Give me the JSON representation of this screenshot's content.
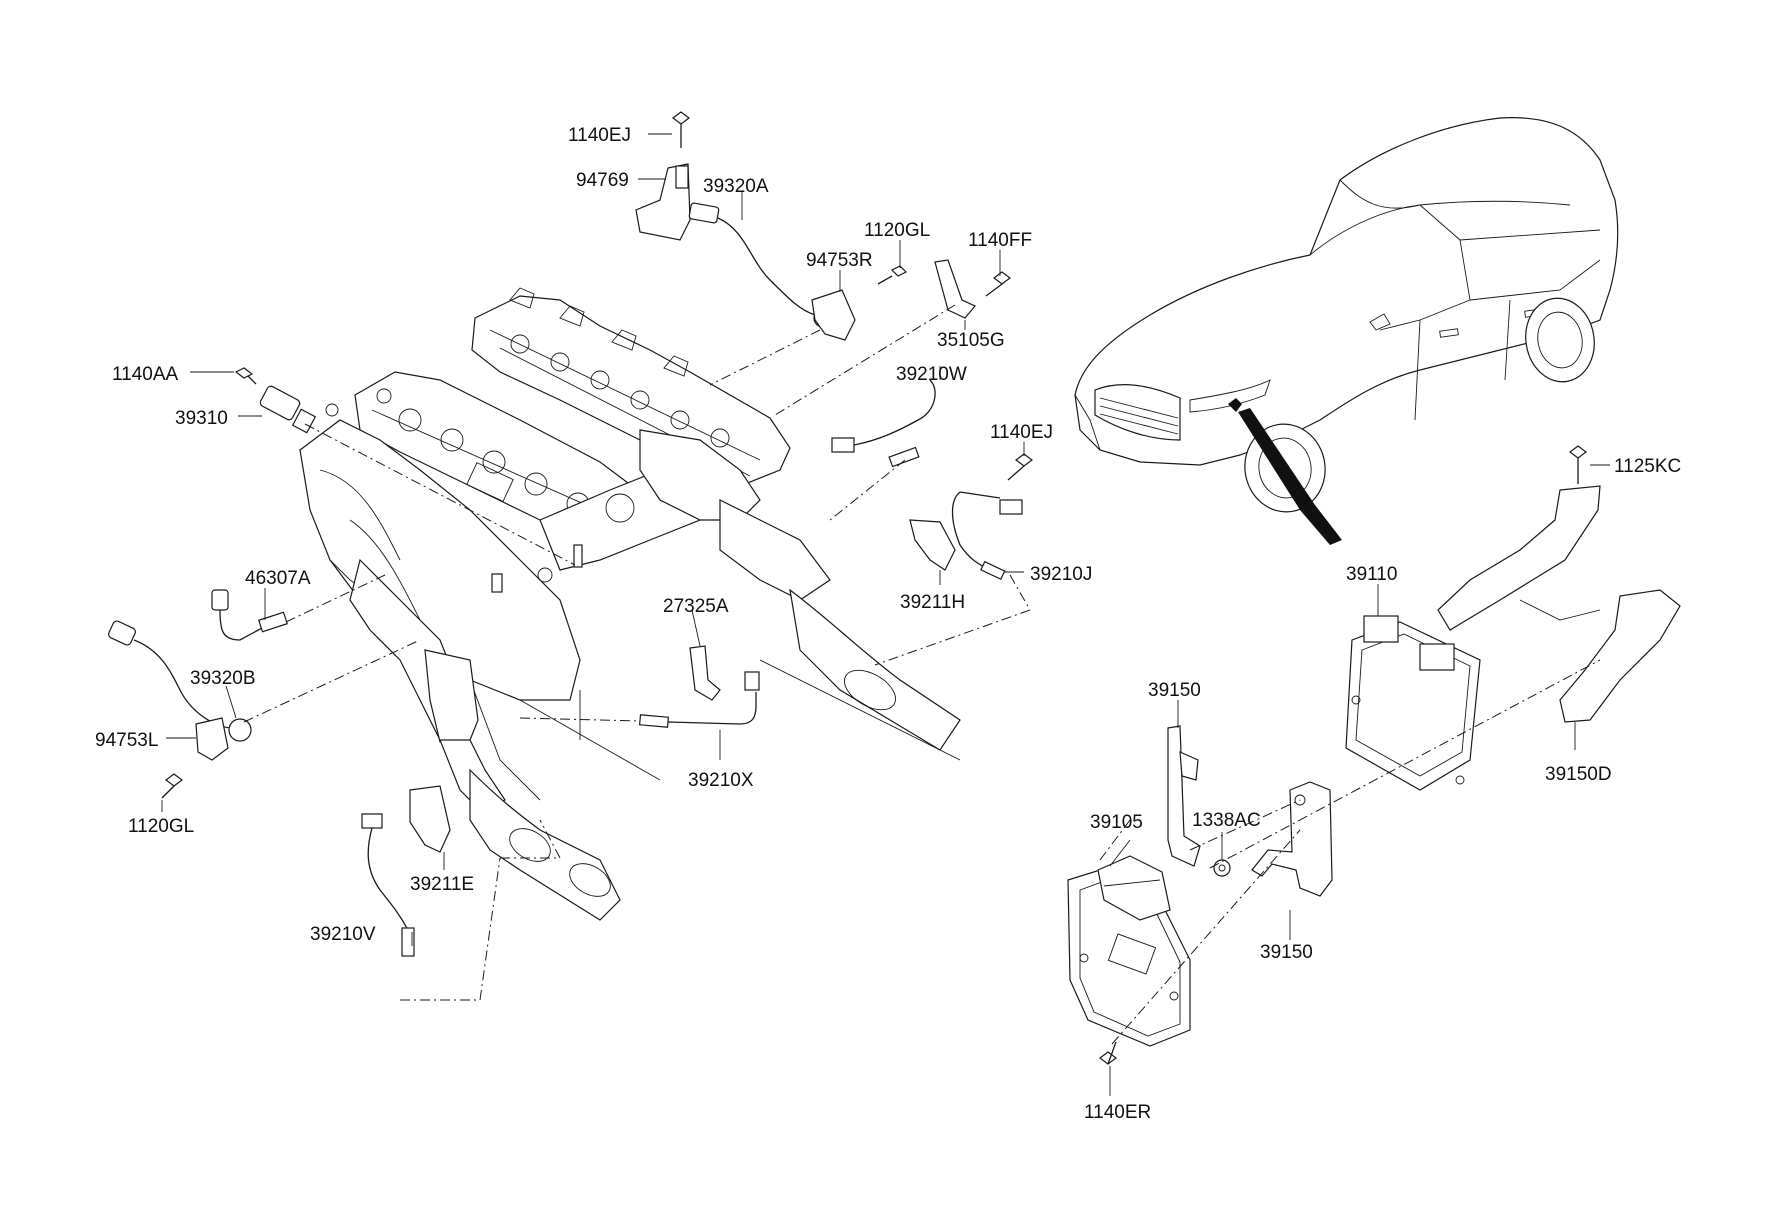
{
  "labels": {
    "p1140EJ_top": "1140EJ",
    "p94769": "94769",
    "p39320A": "39320A",
    "p94753R": "94753R",
    "p1120GL_top": "1120GL",
    "p1140FF": "1140FF",
    "p35105G": "35105G",
    "p39210W": "39210W",
    "p1140AA": "1140AA",
    "p39310": "39310",
    "p1140EJ_right": "1140EJ",
    "p46307A": "46307A",
    "p39211H": "39211H",
    "p39210J": "39210J",
    "p27325A": "27325A",
    "p39320B": "39320B",
    "p94753L": "94753L",
    "p1120GL_bottom": "1120GL",
    "p39210X": "39210X",
    "p39211E": "39211E",
    "p39210V": "39210V",
    "p1125KC": "1125KC",
    "p39110": "39110",
    "p39150_top": "39150",
    "p39150D": "39150D",
    "p39105": "39105",
    "p1338AC": "1338AC",
    "p39150_bottom": "39150",
    "p1140ER": "1140ER"
  }
}
